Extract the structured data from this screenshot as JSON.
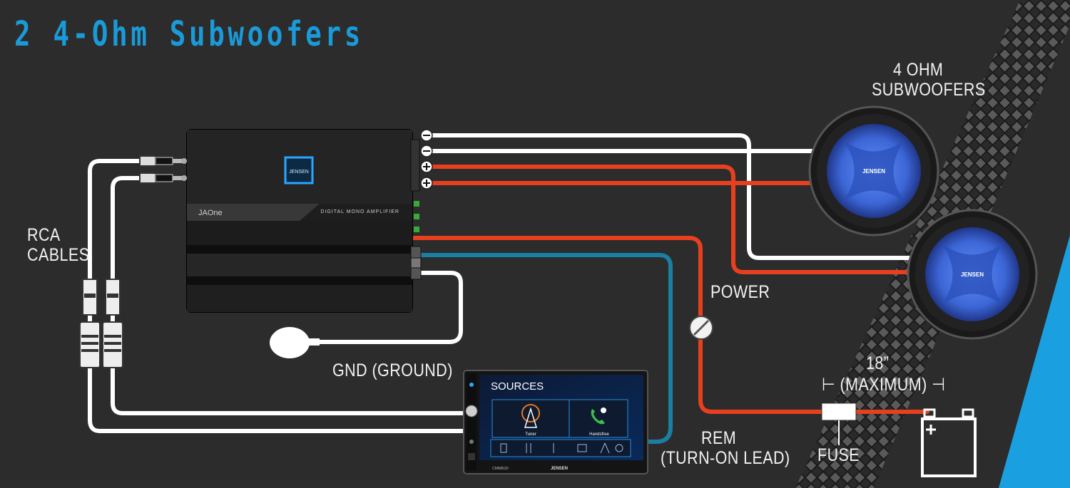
{
  "title": "2 4-Ohm Subwoofers",
  "labels": {
    "rca": [
      "RCA",
      "CABLES"
    ],
    "subwoofers": [
      "4 OHM",
      "SUBWOOFERS"
    ],
    "power": "POWER",
    "gnd": "GND (GROUND)",
    "rem": [
      "REM",
      "(TURN-ON LEAD)"
    ],
    "fuse": "FUSE",
    "distance": "18”",
    "maximum": "⊢ (MAXIMUM) ⊣"
  },
  "amplifier": {
    "brand": "JENSEN",
    "model": "JAOne",
    "description": "DIGITAL MONO AMPLIFIER"
  },
  "head_unit": {
    "screen_title": "SOURCES",
    "tiles": [
      "Tuner",
      "Handsfree"
    ],
    "brand": "JENSEN",
    "model": "CMN8620"
  },
  "subwoofer_brand": "JENSEN",
  "colors": {
    "title": "#1a9ad9",
    "positive_wire": "#e8401f",
    "negative_wire": "#ffffff",
    "remote_wire": "#1a7fa3",
    "background": "#2c2c2c",
    "woofer_cone": "#3f6fe0"
  }
}
